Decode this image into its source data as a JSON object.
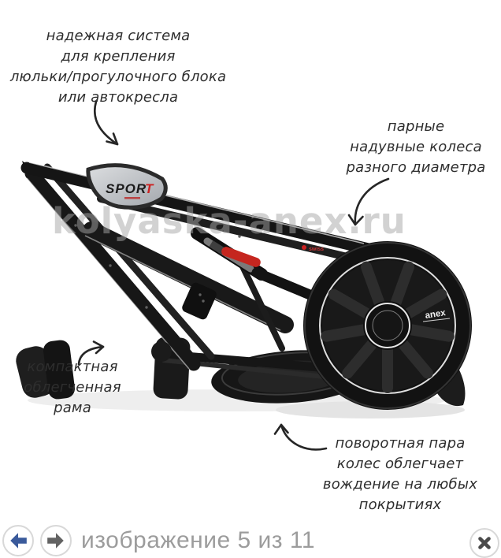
{
  "viewer": {
    "caption": "изображение 5 из 11",
    "watermark": "kolyaska-anex.ru"
  },
  "toolbar": {
    "prev_icon": "arrow-left-circle",
    "next_icon": "arrow-right-circle",
    "close_icon": "close-x-circle"
  },
  "annotations": {
    "attach_system": {
      "lines": [
        "надежная система",
        "для крепления",
        "люльки/прогулочного блока",
        "или автокресла"
      ]
    },
    "wheels_pair": {
      "lines": [
        "парные",
        "надувные колеса",
        "разного диаметра"
      ]
    },
    "frame": {
      "lines": [
        "компактная",
        "облегченная",
        "рама"
      ]
    },
    "swivel": {
      "lines": [
        "поворотная пара",
        "колес облегчает",
        "вождение на любых",
        "покрытиях"
      ]
    }
  },
  "product": {
    "badge_text_main": "SPOR",
    "badge_text_accent": "T",
    "wheel_brand": "anex",
    "frame_label": "swiss"
  },
  "colors": {
    "annotation_ink": "#2e2e2e",
    "watermark": "#a5a5a5",
    "caption_text": "#9c9c9c",
    "prev_arrow": "#3a5a9b",
    "next_arrow": "#636363",
    "close_x": "#4a4a4a",
    "badge_accent": "#cc2222",
    "frame_red_accent": "#c5261f"
  }
}
